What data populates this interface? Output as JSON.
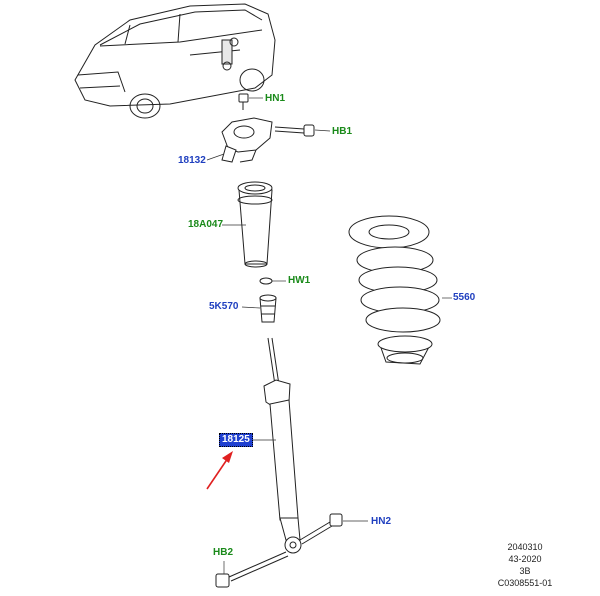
{
  "callouts": {
    "hn1": "HN1",
    "hb1": "HB1",
    "p18132": "18132",
    "p18a047": "18A047",
    "hw1": "HW1",
    "p5k570": "5K570",
    "p5560": "5560",
    "p18125": "18125",
    "hn2": "HN2",
    "hb2": "HB2"
  },
  "footer": {
    "line1": "2040310",
    "line2": "43-2020",
    "line3": "3B",
    "line4": "C0308551-01"
  },
  "colors": {
    "callout_green": "#1a8a1a",
    "callout_blue": "#1f3fbf",
    "selection": "#1f3fd0",
    "arrow": "#e02020"
  }
}
